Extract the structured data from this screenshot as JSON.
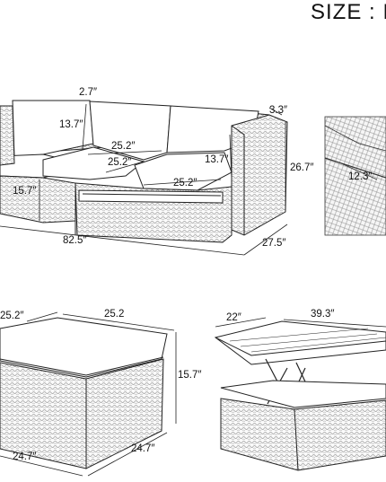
{
  "title": "SIZE : I",
  "dimensions": {
    "sofa_seat_gap": "2.7″",
    "sofa_arm_width": "3.3″",
    "sofa_back_height": "13.7″",
    "sofa_cushion_depth_1": "25.2″",
    "sofa_cushion_depth_2": "25.2″",
    "sofa_arm_height": "13.7″",
    "sofa_total_height": "26.7″",
    "sofa_seat_height": "15.7″",
    "sofa_cushion_width": "25.2″",
    "sofa_length": "82.5″",
    "sofa_depth": "27.5″",
    "detail_gap": "12.3″",
    "ottoman_top_left": "25.2″",
    "ottoman_top_right": "25.2",
    "ottoman_height": "15.7″",
    "ottoman_base_left": "24.7″",
    "ottoman_base_right": "24.7″",
    "table_depth": "22″",
    "table_length": "39.3″"
  }
}
